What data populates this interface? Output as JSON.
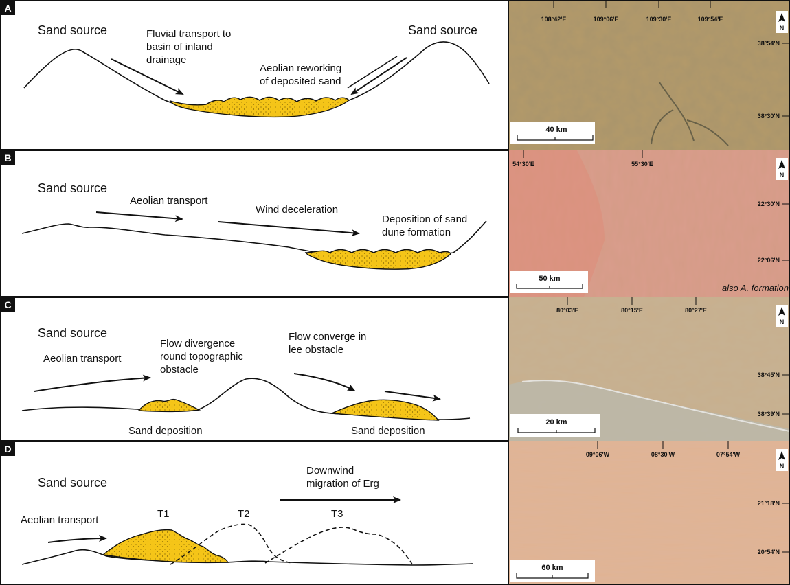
{
  "panels": [
    {
      "id": "A",
      "labels": {
        "source_left": "Sand source",
        "source_right": "Sand source",
        "fluvial_1": "Fluvial transport to",
        "fluvial_2": "basin of inland",
        "fluvial_3": "drainage",
        "aeolian_1": "Aeolian reworking",
        "aeolian_2": "of deposited sand"
      },
      "map": {
        "lon_ticks": [
          "108°42'E",
          "109°06'E",
          "109°30'E",
          "109°54'E"
        ],
        "lat_ticks": [
          "38°54'N",
          "38°30'N"
        ],
        "scale": "40 km"
      }
    },
    {
      "id": "B",
      "labels": {
        "source": "Sand source",
        "aeolian": "Aeolian transport",
        "wind": "Wind deceleration",
        "deposit_1": "Deposition of sand",
        "deposit_2": "dune formation"
      },
      "map": {
        "lon_ticks": [
          "54°30'E",
          "55°30'E"
        ],
        "lat_ticks": [
          "22°30'N",
          "22°06'N"
        ],
        "scale": "50 km",
        "note": "also A. formation"
      }
    },
    {
      "id": "C",
      "labels": {
        "source": "Sand source",
        "aeolian": "Aeolian transport",
        "diverge_1": "Flow divergence",
        "diverge_2": "round topographic",
        "diverge_3": "obstacle",
        "converge_1": "Flow converge in",
        "converge_2": "lee obstacle",
        "deposit_left": "Sand deposition",
        "deposit_right": "Sand deposition"
      },
      "map": {
        "lon_ticks": [
          "80°03'E",
          "80°15'E",
          "80°27'E"
        ],
        "lat_ticks": [
          "38°45'N",
          "38°39'N"
        ],
        "scale": "20 km"
      }
    },
    {
      "id": "D",
      "labels": {
        "source": "Sand source",
        "aeolian": "Aeolian transport",
        "downwind_1": "Downwind",
        "downwind_2": "migration of Erg",
        "t1": "T1",
        "t2": "T2",
        "t3": "T3"
      },
      "map": {
        "lon_ticks": [
          "09°06'W",
          "08°30'W",
          "07°54'W"
        ],
        "lat_ticks": [
          "21°18'N",
          "20°54'N"
        ],
        "scale": "60 km"
      }
    }
  ],
  "north_label": "N",
  "colors": {
    "sand_fill": "#f5c518",
    "map_A": "#b49a6a",
    "map_B": "#d8a08a",
    "map_C": "#c9b190",
    "map_D": "#e2b594"
  }
}
